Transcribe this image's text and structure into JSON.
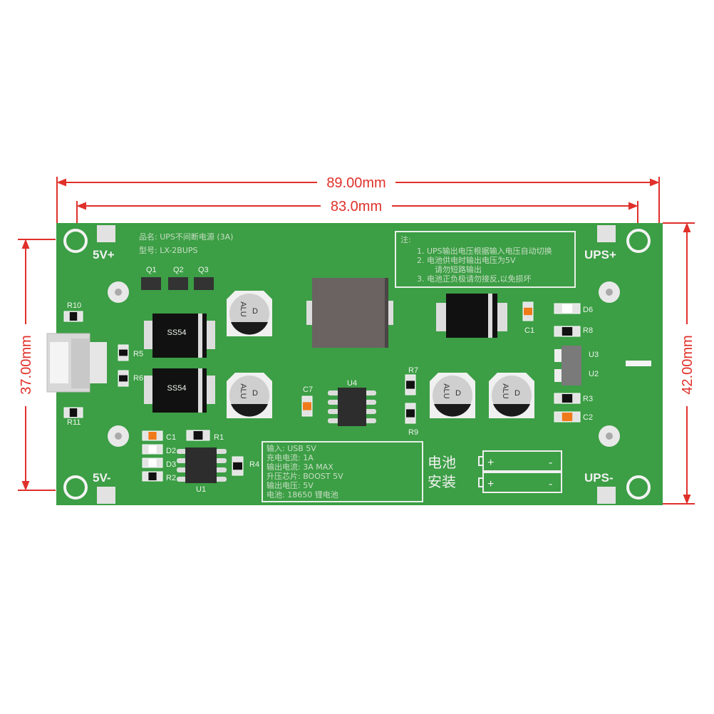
{
  "dimensions": {
    "total_width": "89.00mm",
    "hole_spacing_width": "83.0mm",
    "hole_spacing_height": "37.00mm",
    "total_height": "42.00mm"
  },
  "board": {
    "color": "#3c9e45",
    "terminals": {
      "in_pos": "5V+",
      "in_neg": "5V-",
      "out_pos": "UPS+",
      "out_neg": "UPS-"
    },
    "title_lines": [
      "品名: UPS不间断电源 (3A)",
      "型号: LX-2BUPS"
    ],
    "note_title": "注:",
    "note_lines": [
      "1. UPS输出电压根据输入电压自动切换",
      "2. 电池供电时输出电压为5V",
      "请勿短路输出",
      "3. 电池正负极请勿接反,以免损坏"
    ],
    "spec_lines": [
      "输入: USB 5V",
      "充电电流: 1A",
      "输出电流: 3A MAX",
      "升压芯片: BOOST 5V",
      "输出电压: 5V",
      "电池: 18650 锂电池"
    ],
    "battery_label": [
      "电池",
      "安装"
    ],
    "battery_plus": "+",
    "battery_minus": "-",
    "cap_marking": "ALU",
    "cap_marking2": "D",
    "diode_marking": [
      "SS54",
      "SS54"
    ],
    "refs": {
      "R10": "R10",
      "R11": "R11",
      "R5": "R5",
      "R6": "R6",
      "Q1": "Q1",
      "Q2": "Q2",
      "Q3": "Q3",
      "C1a": "C1",
      "D2": "D2",
      "D3": "D3",
      "R2": "R2",
      "R1": "R1",
      "U1": "U1",
      "R4": "R4",
      "C7": "C7",
      "U4": "U4",
      "R7": "R7",
      "R9": "R9",
      "C1b": "C1",
      "D6": "D6",
      "R8": "R8",
      "U3": "U3",
      "U2": "U2",
      "R3": "R3",
      "C2": "C2"
    }
  }
}
